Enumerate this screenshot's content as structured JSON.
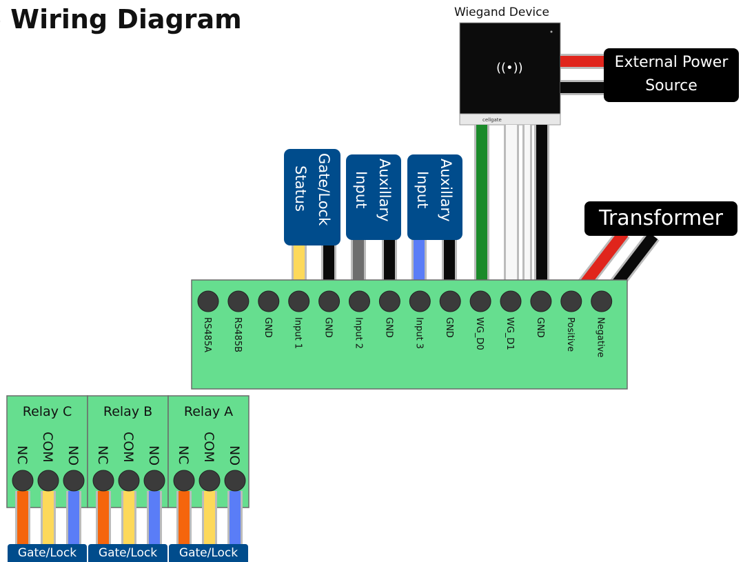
{
  "title": "te Wiring Diagram",
  "device_label": "Wiegand Device",
  "reader": {
    "brand": "cellgate",
    "symbol": "((•))"
  },
  "external_power": {
    "line1": "External Power",
    "line2": "Source"
  },
  "transformer": "Transformer",
  "input_tags": [
    {
      "line1": "Gate/Lock",
      "line2": "Status"
    },
    {
      "line1": "Auxillary",
      "line2": "Input"
    },
    {
      "line1": "Auxillary",
      "line2": "Input"
    }
  ],
  "terminals": [
    "RS485A",
    "RS485B",
    "GND",
    "Input 1",
    "GND",
    "Input 2",
    "GND",
    "Input 3",
    "GND",
    "WG_D0",
    "WG_D1",
    "GND",
    "Positive",
    "Negative"
  ],
  "relays": [
    {
      "name": "Relay C",
      "pins": [
        "NC",
        "COM",
        "NO"
      ],
      "tag": "Gate/Lock"
    },
    {
      "name": "Relay B",
      "pins": [
        "NC",
        "COM",
        "NO"
      ],
      "tag": "Gate/Lock"
    },
    {
      "name": "Relay A",
      "pins": [
        "NC",
        "COM",
        "NO"
      ],
      "tag": "Gate/Lock"
    }
  ],
  "colors": {
    "terminal_board": "#66de8f",
    "terminal_border": "#6a6a6a",
    "terminal_dot": "#3b3b3b",
    "wire_yellow": "#fdd95a",
    "wire_gray": "#6d6d6d",
    "wire_blue": "#5a7df7",
    "wire_green": "#1a8a2a",
    "wire_red": "#e0251c",
    "wire_orange": "#f5650c",
    "wire_black": "#0a0a0a",
    "tag_blue": "#004c8c"
  }
}
